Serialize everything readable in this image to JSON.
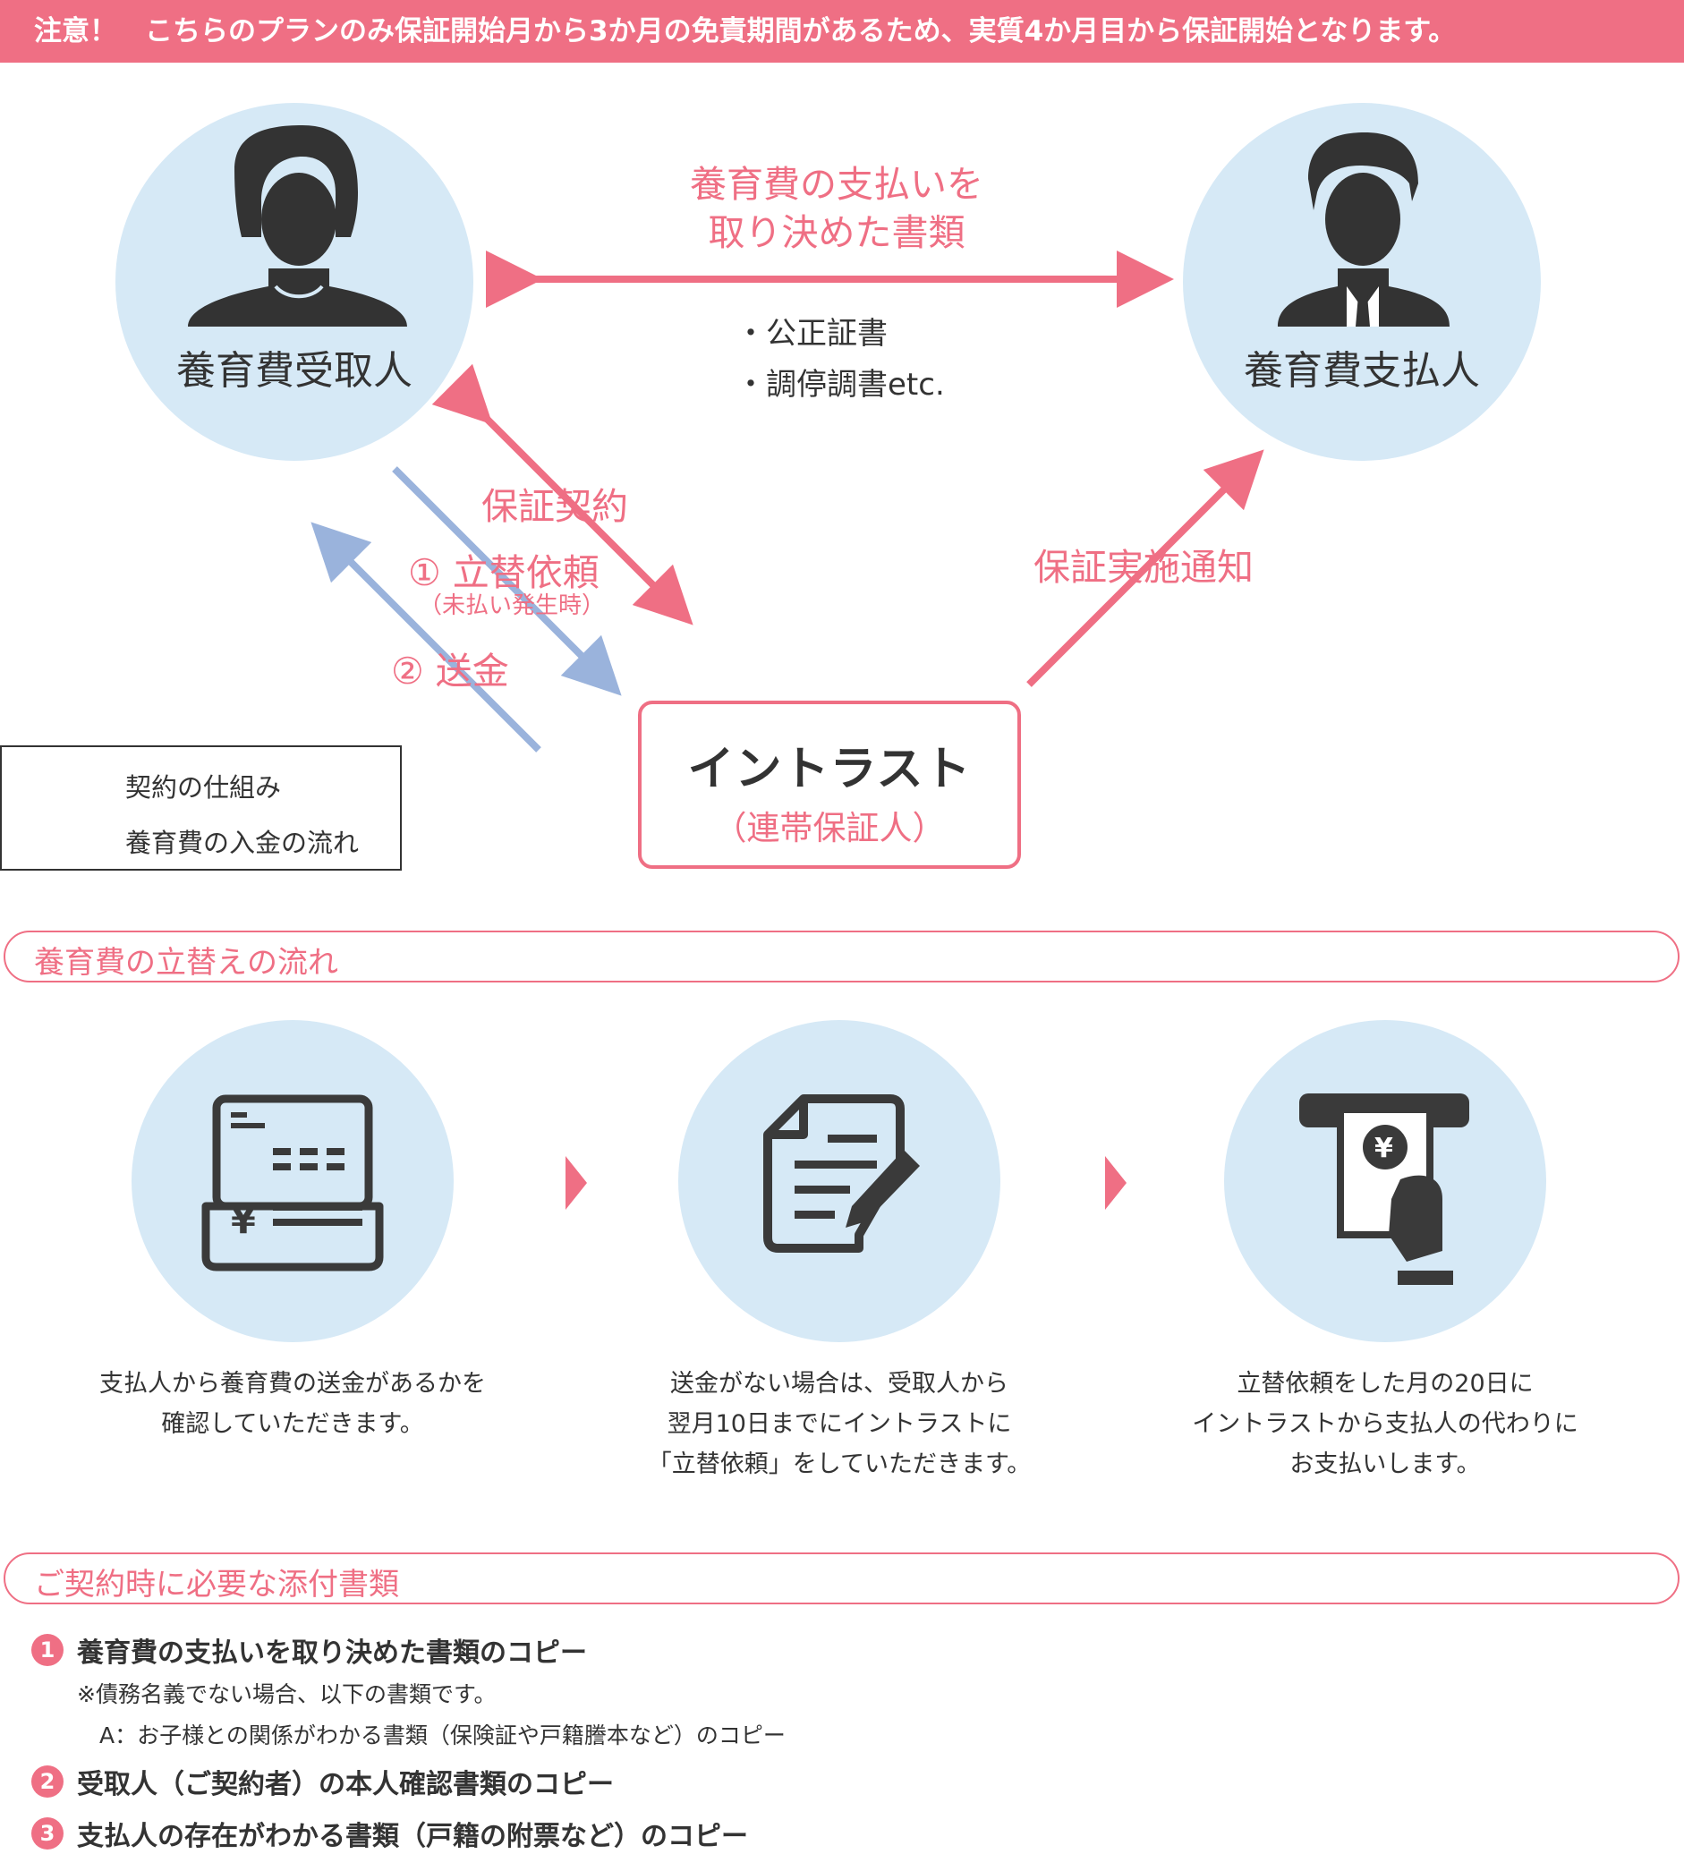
{
  "notice": {
    "text": "注意！　こちらのプランのみ保証開始月から3か月の免責期間があるため、実質4か月目から保証開始となります。"
  },
  "diagram": {
    "recipient_label": "養育費受取人",
    "payer_label": "養育費支払人",
    "agreement_doc_line1": "養育費の支払いを",
    "agreement_doc_line2": "取り決めた書類",
    "doc_examples": [
      "・公正証書",
      "・調停調書etc."
    ],
    "guarantee_contract_label": "保証契約",
    "step1_label": "① 立替依頼",
    "step1_sub": "（未払い発生時）",
    "step2_label": "② 送金",
    "notification_label": "保証実施通知",
    "guarantor_name": "イントラスト",
    "guarantor_role": "（連帯保証人）"
  },
  "legend": {
    "items": [
      {
        "label": "契約の仕組み",
        "color": "#ef6f84"
      },
      {
        "label": "養育費の入金の流れ",
        "color": "#9ab3dc"
      }
    ]
  },
  "sections": {
    "flow_title": "養育費の立替えの流れ",
    "docs_title": "ご契約時に必要な添付書類"
  },
  "flow_steps": [
    {
      "icon": "bankbook-icon",
      "lines": [
        "支払人から養育費の送金があるかを",
        "確認していただきます。"
      ]
    },
    {
      "icon": "document-pen-icon",
      "lines": [
        "送金がない場合は、受取人から",
        "翌月10日までにイントラストに",
        "「立替依頼」をしていただきます。"
      ]
    },
    {
      "icon": "atm-cash-icon",
      "lines": [
        "立替依頼をした月の20日に",
        "イントラストから支払人の代わりに",
        "お支払いします。"
      ]
    }
  ],
  "requirements": [
    {
      "num": "1",
      "title": "養育費の支払いを取り決めた書類のコピー",
      "notes": [
        "※債務名義でない場合、以下の書類です。",
        "　A：お子様との関係がわかる書類（保険証や戸籍謄本など）のコピー"
      ]
    },
    {
      "num": "2",
      "title": "受取人（ご契約者）の本人確認書類のコピー",
      "notes": []
    },
    {
      "num": "3",
      "title": "支払人の存在がわかる書類（戸籍の附票など）のコピー",
      "notes": []
    }
  ],
  "colors": {
    "accent": "#ef6f84",
    "flow_blue": "#9ab3dc",
    "circle": "#d6e9f6",
    "icon": "#3a3a3a"
  }
}
